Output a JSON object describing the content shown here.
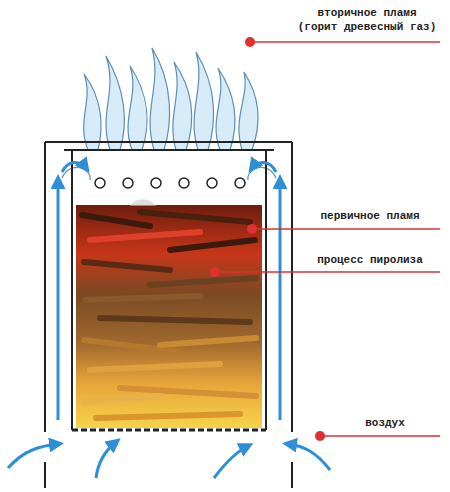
{
  "diagram": {
    "labels": [
      "вторичное пламя (горит древесный газ)",
      "первичное пламя",
      "процесс пиролиза",
      "воздух"
    ]
  }
}
